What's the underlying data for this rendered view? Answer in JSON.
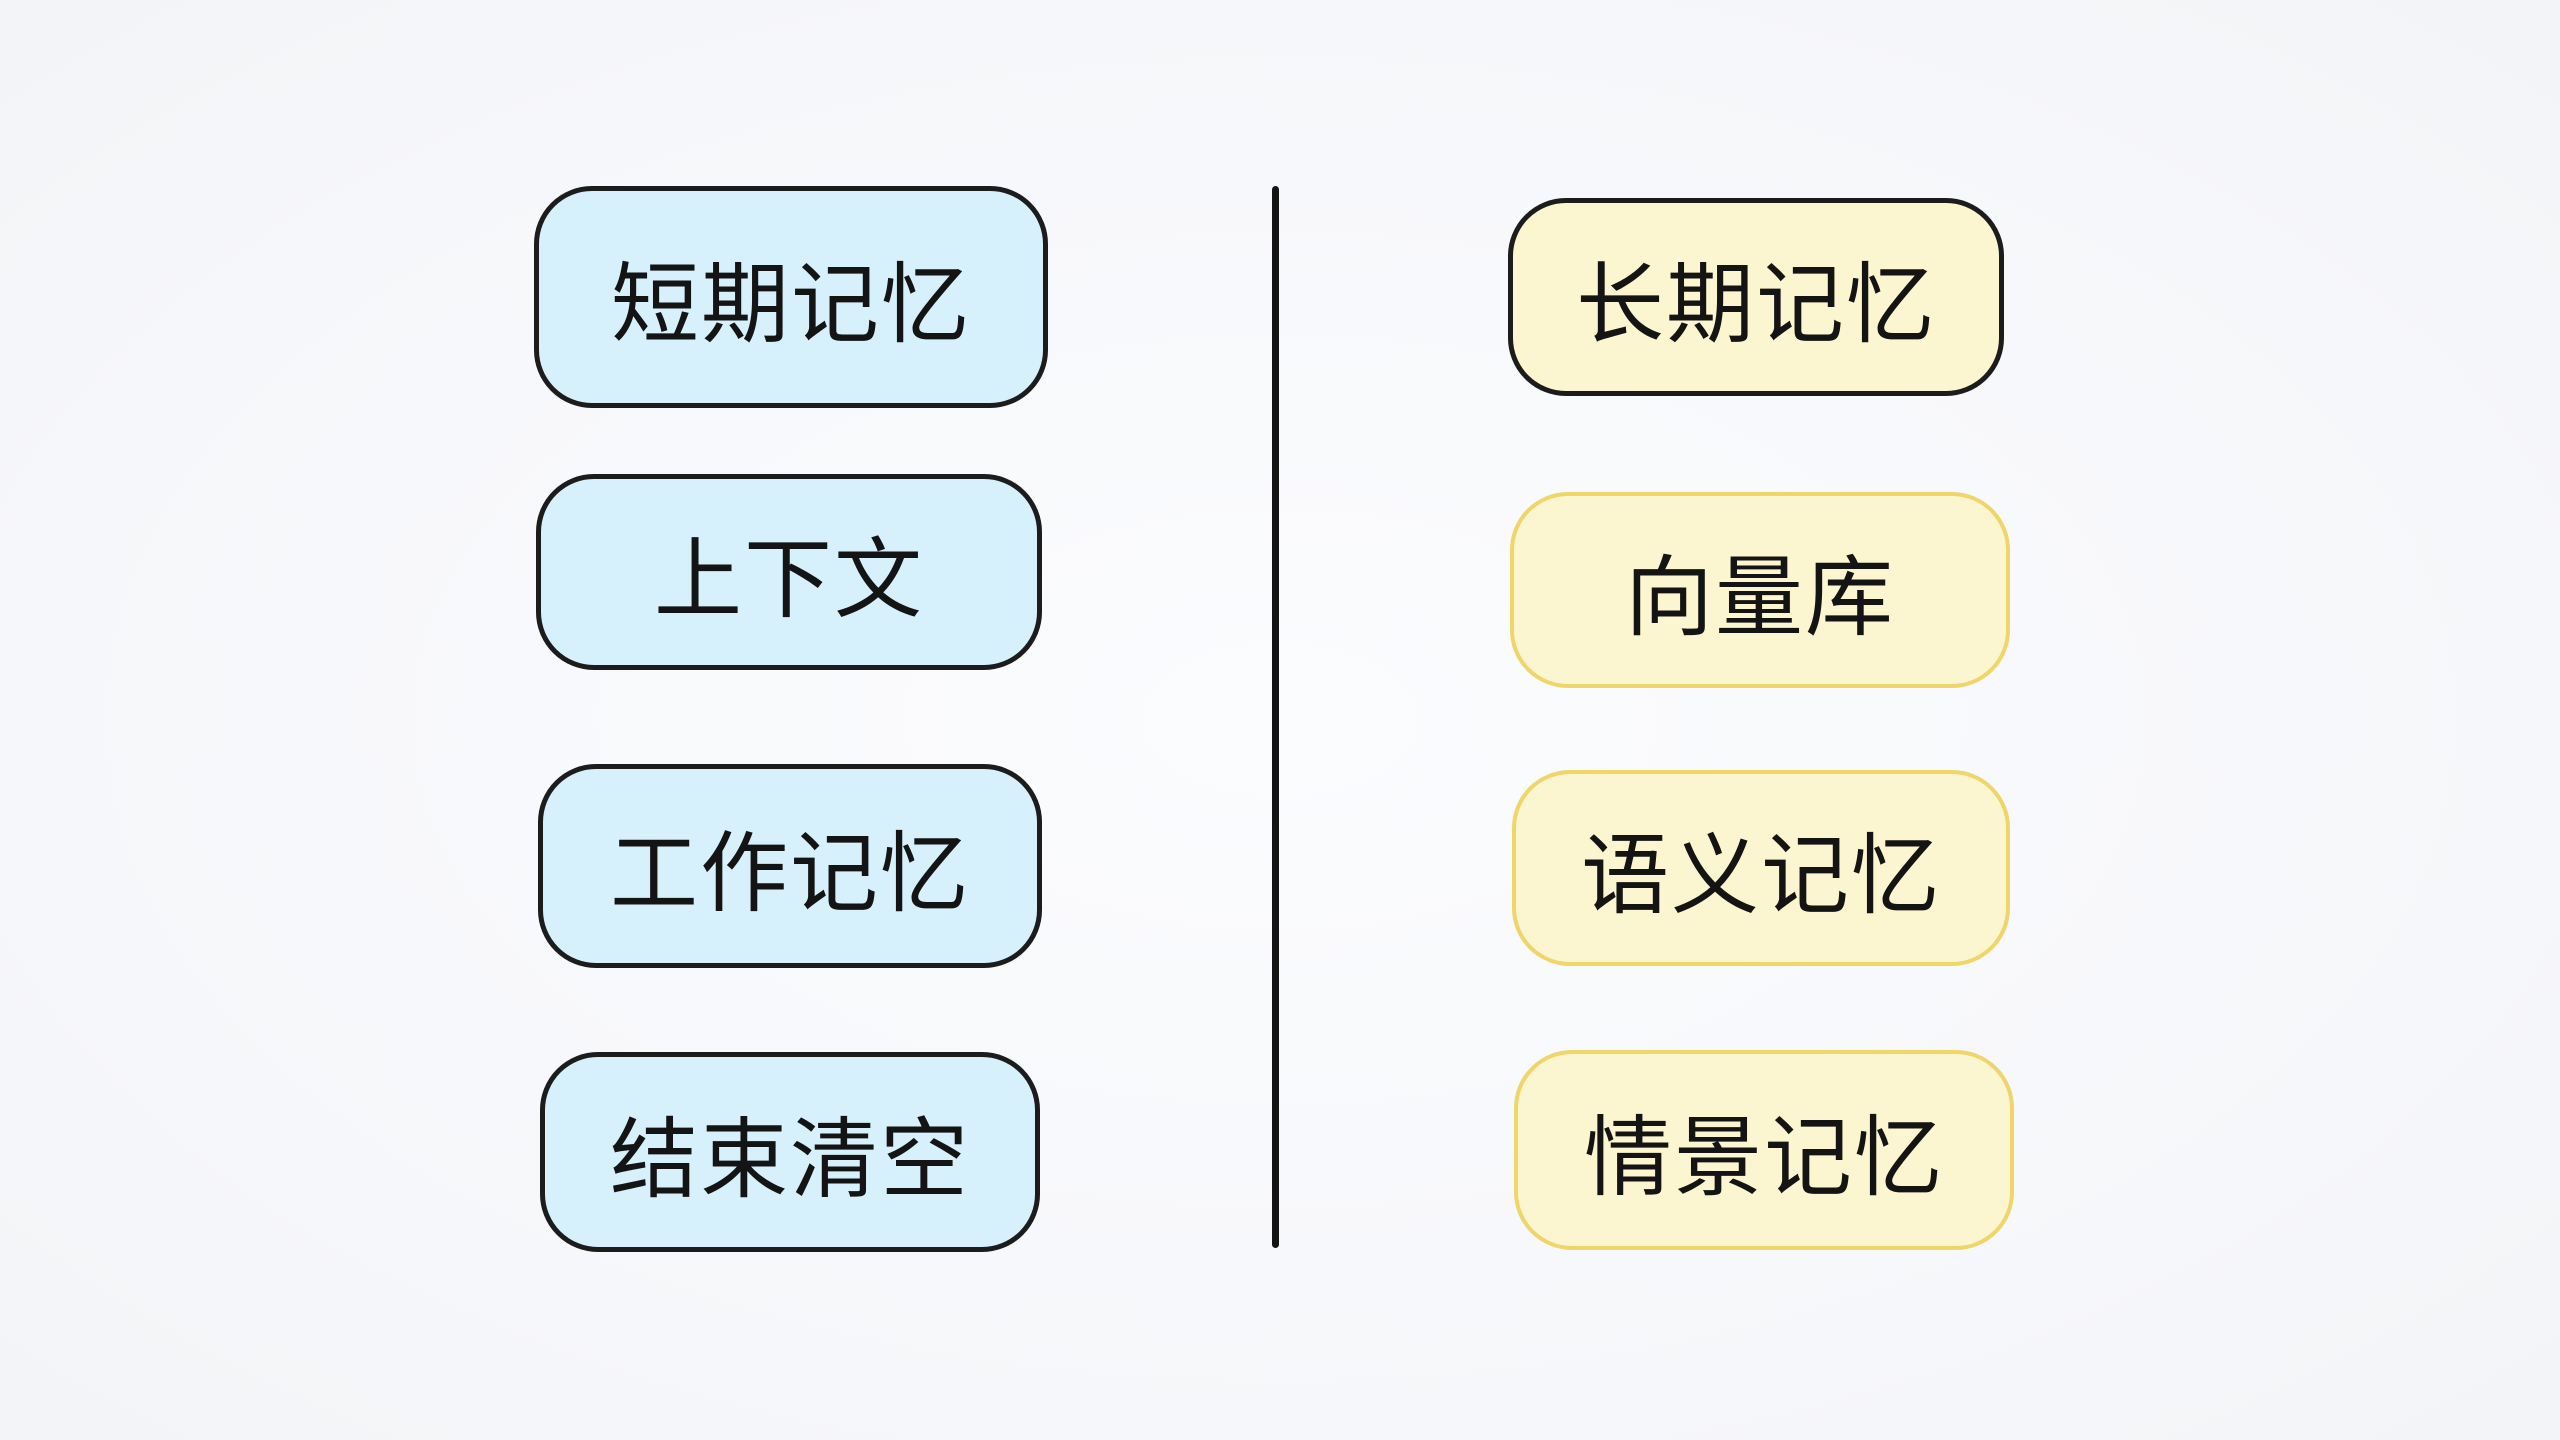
{
  "short_term": {
    "title": "短期记忆",
    "items": [
      "上下文",
      "工作记忆",
      "结束清空"
    ],
    "fill_color": "#d6f1fb",
    "border_color": "#1c1c1c"
  },
  "long_term": {
    "title": "长期记忆",
    "items": [
      "向量库",
      "语义记忆",
      "情景记忆"
    ],
    "fill_color": "#fbf6cf",
    "title_border_color": "#1c1c1c",
    "item_border_color": "#f0d56a"
  }
}
